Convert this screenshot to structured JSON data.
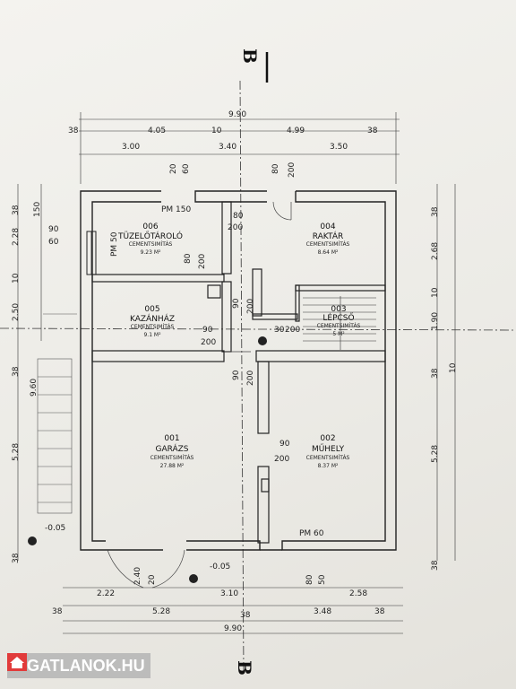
{
  "section_marker": "B",
  "top_dims": {
    "row1": [
      "38",
      "4.05",
      "10",
      "4.99",
      "38"
    ],
    "total": "9.90",
    "row2": [
      "3.00",
      "3.40",
      "3.50"
    ]
  },
  "top_vertical": [
    "20",
    "60",
    "80",
    "200"
  ],
  "bottom_dims": {
    "row1": [
      "2.22",
      "2.40",
      "20",
      "3.10",
      "80",
      "50",
      "2.58"
    ],
    "row2": [
      "38",
      "5.28",
      "38",
      "3.48",
      "38"
    ],
    "total": "9.90"
  },
  "left_dims": [
    "38",
    "150",
    "2.28",
    "90",
    "60",
    "10",
    "2.50",
    "38",
    "9.60",
    "5.28",
    "38"
  ],
  "right_dims": [
    "38",
    "2.68",
    "10",
    "1.90",
    "38",
    "10",
    "5.28",
    "38"
  ],
  "inner_labels": [
    "PM 150",
    "PM 50",
    "80",
    "200",
    "80",
    "200",
    "90",
    "200",
    "90",
    "200",
    "90",
    "200",
    "90",
    "200",
    "30",
    "200",
    "PM 60"
  ],
  "levels": [
    "-0.05",
    "-0.05"
  ],
  "rooms": [
    {
      "num": "006",
      "name": "TÜZELŐTÁROLÓ",
      "floor": "CEMENTSIMÍTÁS",
      "area": "9.23 M²"
    },
    {
      "num": "004",
      "name": "RAKTÁR",
      "floor": "CEMENTSIMÍTÁS",
      "area": "8.64 M²"
    },
    {
      "num": "005",
      "name": "KAZÁNHÁZ",
      "floor": "CEMENTSIMÍTÁS",
      "area": "9.1 M²"
    },
    {
      "num": "003",
      "name": "LÉPCSŐ",
      "floor": "CEMENTSIMÍTÁS",
      "area": "5 M²"
    },
    {
      "num": "001",
      "name": "GARÁZS",
      "floor": "CEMENTSIMÍTÁS",
      "area": "27.88 M²"
    },
    {
      "num": "002",
      "name": "MŰHELY",
      "floor": "CEMENTSIMÍTÁS",
      "area": "8.37 M²"
    }
  ],
  "watermark": "INGATLANOK.HU",
  "watermark_icon": "house-icon"
}
